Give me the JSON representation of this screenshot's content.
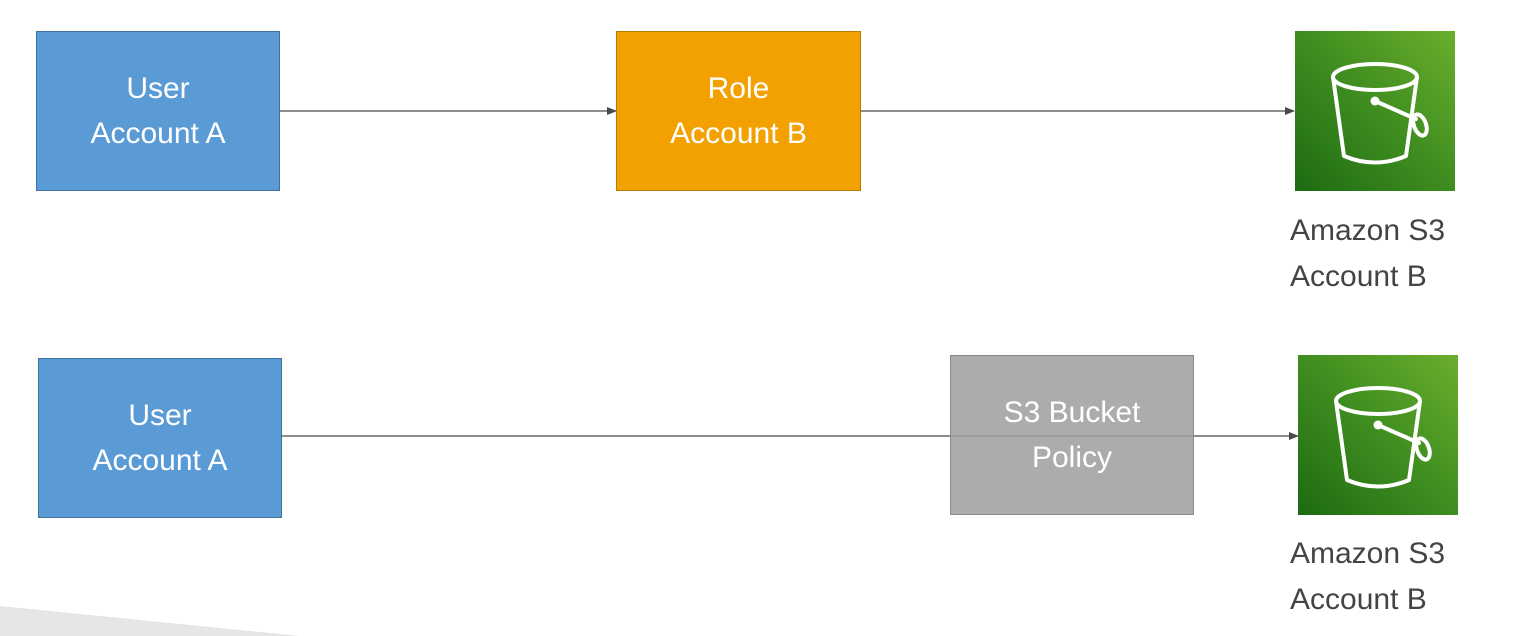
{
  "row1": {
    "source": {
      "line1": "User",
      "line2": "Account A"
    },
    "middle": {
      "line1": "Role",
      "line2": "Account B"
    },
    "target": {
      "line1": "Amazon S3",
      "line2": "Account B"
    }
  },
  "row2": {
    "source": {
      "line1": "User",
      "line2": "Account A"
    },
    "middle": {
      "line1": "S3 Bucket",
      "line2": "Policy"
    },
    "target": {
      "line1": "Amazon S3",
      "line2": "Account B"
    }
  },
  "colors": {
    "user_box": "#5b9bd5",
    "role_box": "#f2a100",
    "policy_box": "#a6a6a6",
    "s3_green": "#3f8d20",
    "label_text": "#444444"
  },
  "icons": [
    "s3-bucket-icon"
  ]
}
